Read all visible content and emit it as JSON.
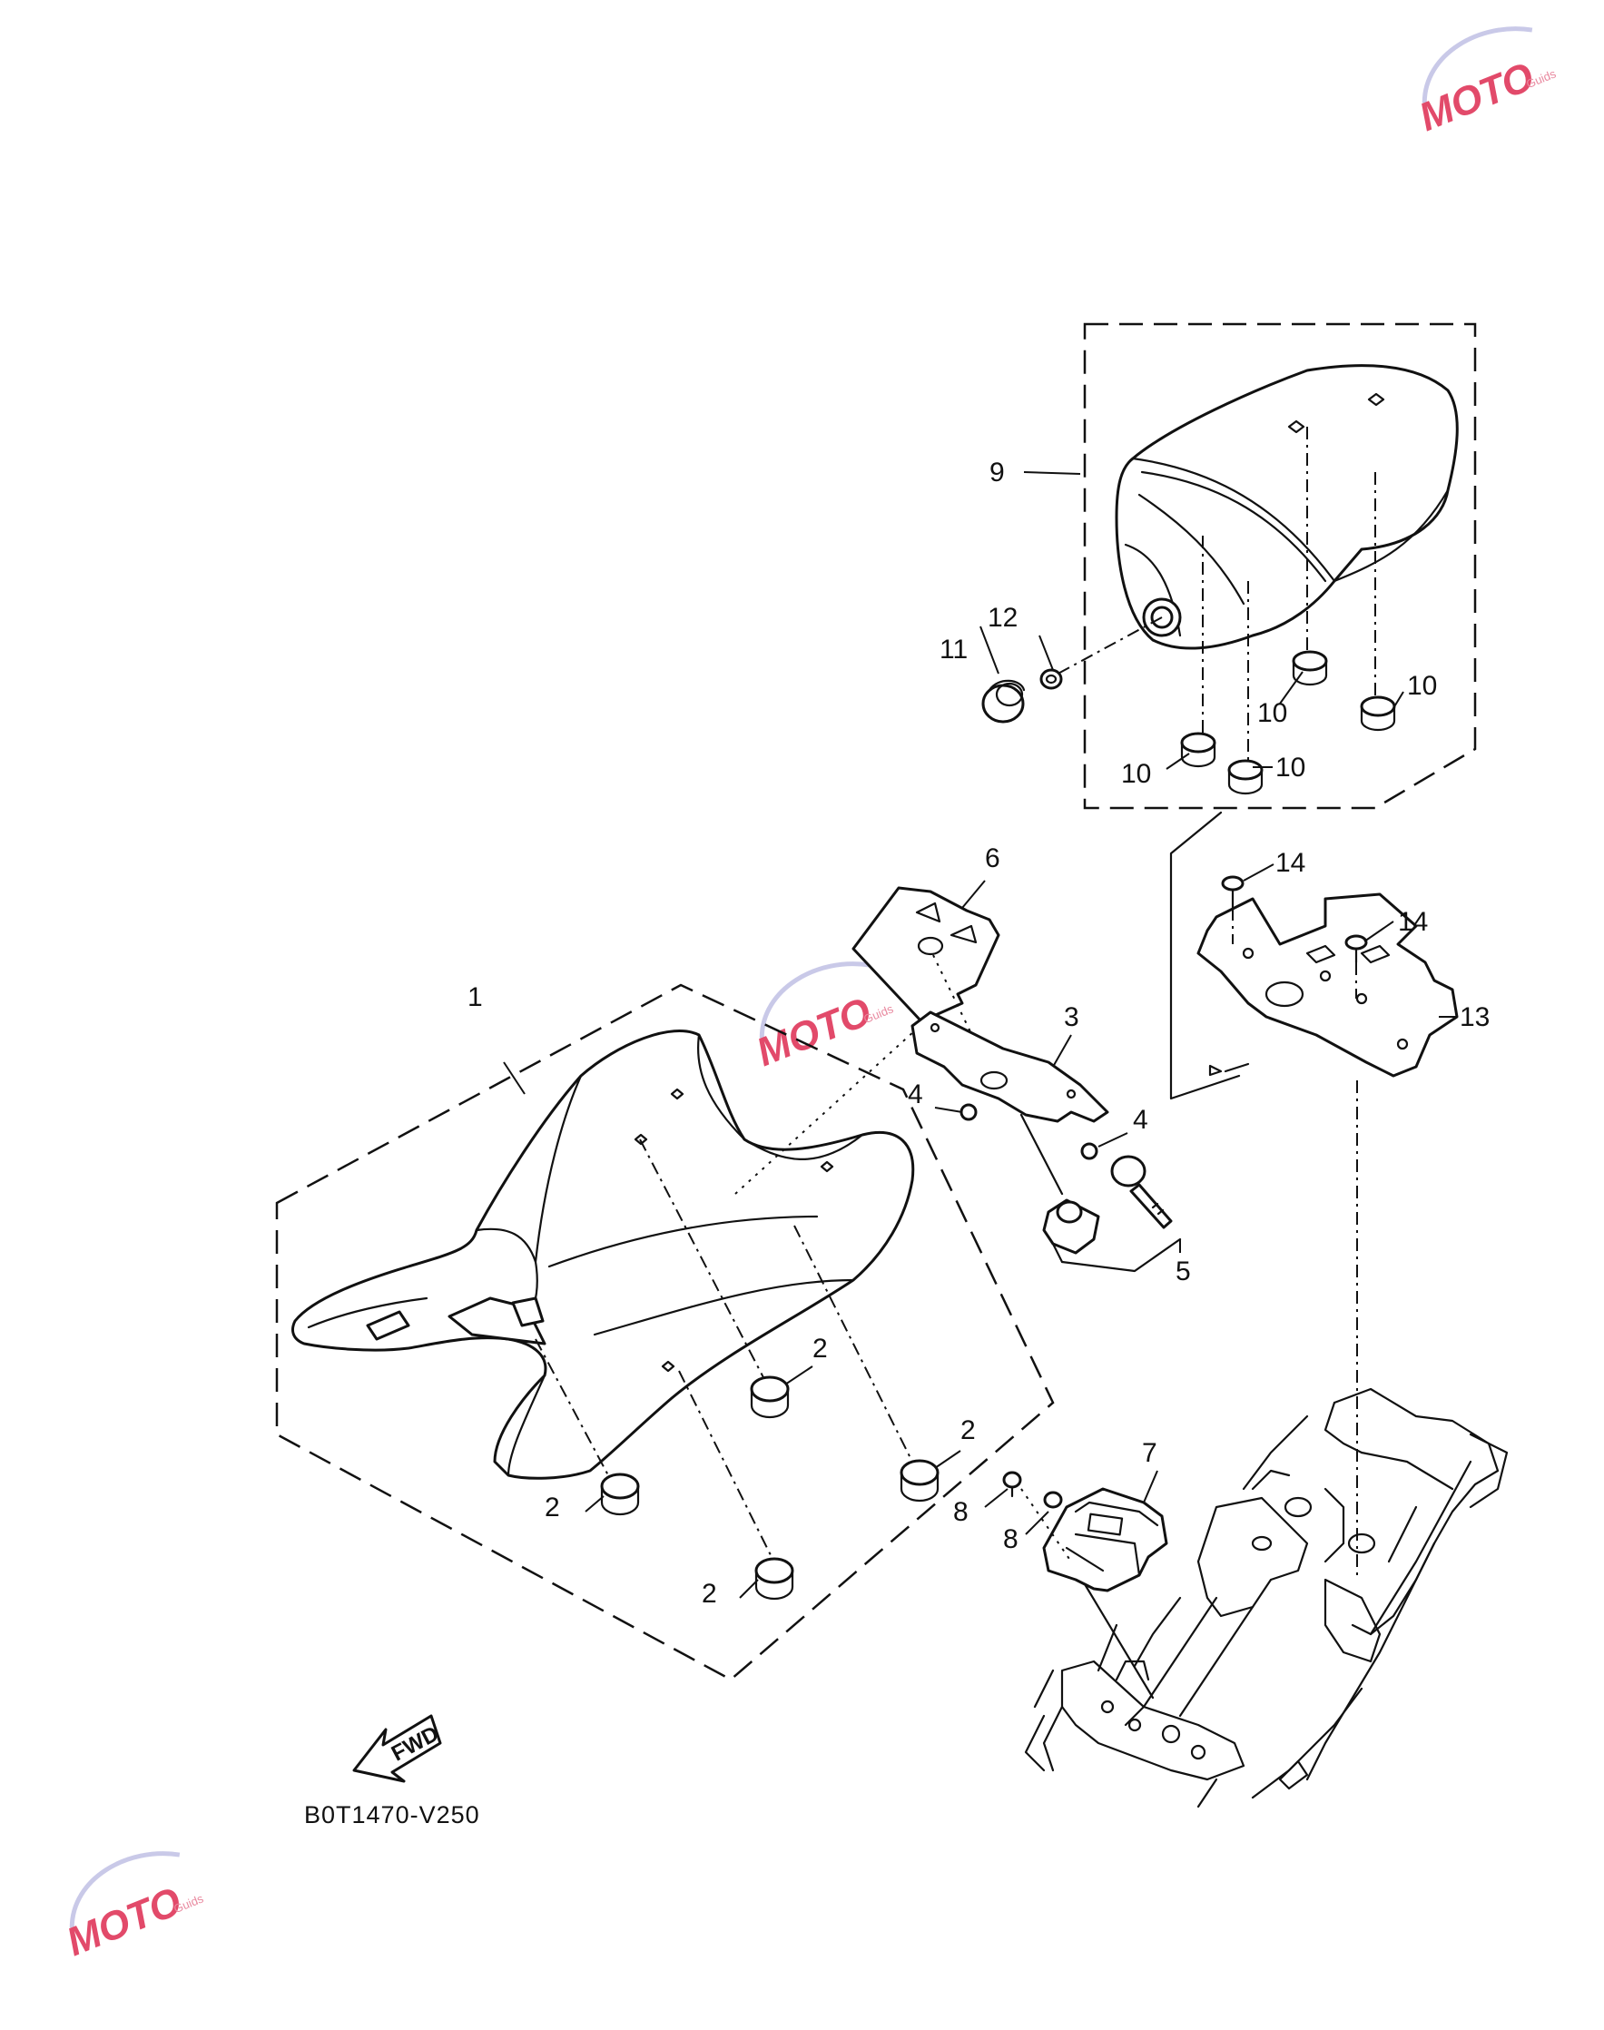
{
  "diagram": {
    "part_code": "B0T1470-V250",
    "forward_label": "FWD",
    "callouts": [
      {
        "id": "1",
        "label": "1"
      },
      {
        "id": "2a",
        "label": "2"
      },
      {
        "id": "2b",
        "label": "2"
      },
      {
        "id": "2c",
        "label": "2"
      },
      {
        "id": "2d",
        "label": "2"
      },
      {
        "id": "3",
        "label": "3"
      },
      {
        "id": "4a",
        "label": "4"
      },
      {
        "id": "4b",
        "label": "4"
      },
      {
        "id": "5",
        "label": "5"
      },
      {
        "id": "6",
        "label": "6"
      },
      {
        "id": "7",
        "label": "7"
      },
      {
        "id": "8a",
        "label": "8"
      },
      {
        "id": "8b",
        "label": "8"
      },
      {
        "id": "9",
        "label": "9"
      },
      {
        "id": "10a",
        "label": "10"
      },
      {
        "id": "10b",
        "label": "10"
      },
      {
        "id": "10c",
        "label": "10"
      },
      {
        "id": "10d",
        "label": "10"
      },
      {
        "id": "11",
        "label": "11"
      },
      {
        "id": "12",
        "label": "12"
      },
      {
        "id": "13",
        "label": "13"
      },
      {
        "id": "14a",
        "label": "14"
      },
      {
        "id": "14b",
        "label": "14"
      }
    ]
  },
  "watermark": {
    "brand": "MOTO",
    "sub": "Guids",
    "color": "#e24a6a"
  }
}
